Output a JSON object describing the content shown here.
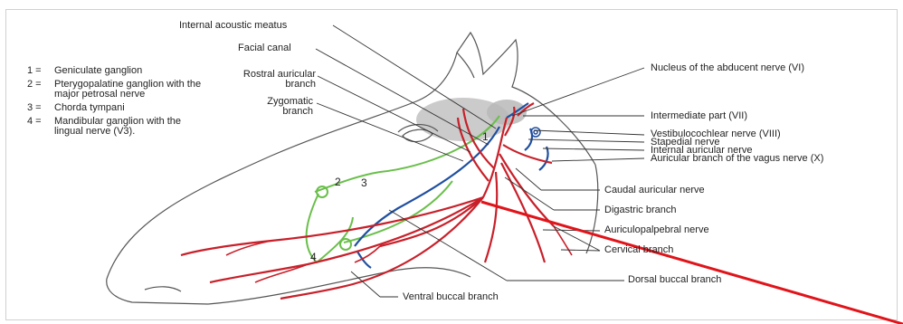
{
  "legend": {
    "items": [
      {
        "key": "1 =",
        "text": "Geniculate ganglion"
      },
      {
        "key": "2 =",
        "text": "Pterygopalatine ganglion with the major petrosal nerve"
      },
      {
        "key": "3 =",
        "text": "Chorda tympani"
      },
      {
        "key": "4 =",
        "text": "Mandibular ganglion with the lingual nerve (V3)."
      }
    ]
  },
  "labels": {
    "internal_acoustic_meatus": "Internal acoustic meatus",
    "facial_canal": "Facial canal",
    "rostral_auricular_branch": "Rostral auricular branch",
    "zygomatic_branch": "Zygomatic branch",
    "nucleus_abducent": "Nucleus of the abducent nerve (VI)",
    "intermediate_part": "Intermediate part (VII)",
    "vestibulocochlear": "Vestibulocochlear nerve (VIII)",
    "stapedial": "Stapedial nerve",
    "internal_auricular": "Internal auricular nerve",
    "auricular_vagus": "Auricular branch of the vagus nerve (X)",
    "caudal_auricular": "Caudal auricular nerve",
    "digastric": "Digastric branch",
    "auriculopalpebral": "Auriculopalpebral nerve",
    "cervical": "Cervical branch",
    "dorsal_buccal": "Dorsal buccal branch",
    "ventral_buccal": "Ventral buccal branch"
  },
  "markers": {
    "m1": "1",
    "m2": "2",
    "m3": "3",
    "m4": "4"
  },
  "colors": {
    "nerve": "#c8202a",
    "green": "#6abf4b",
    "blue": "#1f4fa0",
    "outline": "#555555",
    "leader": "#333333",
    "brain": "#bdbdbd",
    "pointer": "#e0141a"
  }
}
